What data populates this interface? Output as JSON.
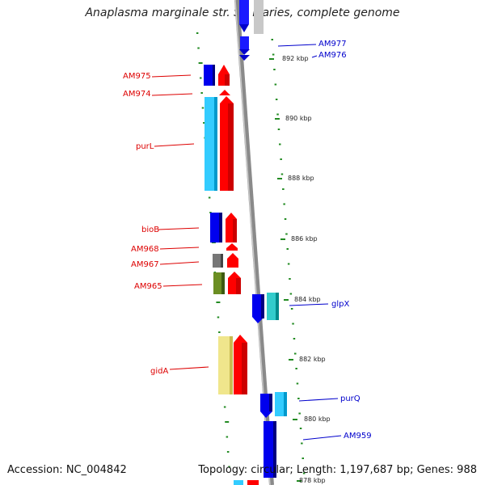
{
  "header": {
    "title": "Anaplasma marginale str. St. Maries, complete genome"
  },
  "footer": {
    "accession": "Accession: NC_004842",
    "summary": "Topology: circular; Length: 1,197,687 bp; Genes: 988"
  },
  "map": {
    "scale_labels": [
      "892 kbp",
      "890 kbp",
      "888 kbp",
      "886 kbp",
      "884 kbp",
      "882 kbp",
      "880 kbp",
      "878 kbp"
    ],
    "left_genes": [
      {
        "label": "AM975",
        "color": "#dd0000"
      },
      {
        "label": "AM974",
        "color": "#dd0000"
      },
      {
        "label": "purL",
        "color": "#dd0000"
      },
      {
        "label": "bioB",
        "color": "#dd0000"
      },
      {
        "label": "AM968",
        "color": "#dd0000"
      },
      {
        "label": "AM967",
        "color": "#dd0000"
      },
      {
        "label": "AM965",
        "color": "#dd0000"
      },
      {
        "label": "gidA",
        "color": "#dd0000"
      }
    ],
    "right_genes": [
      {
        "label": "AM977",
        "color": "#0000cc"
      },
      {
        "label": "AM976",
        "color": "#0000cc"
      },
      {
        "label": "glpX",
        "color": "#0000cc"
      },
      {
        "label": "purQ",
        "color": "#0000cc"
      },
      {
        "label": "AM959",
        "color": "#0000cc"
      }
    ],
    "colors": {
      "backbone": "#9a9a9a",
      "tick_green": "#228b22",
      "forward_strand": "#ff0000",
      "reverse_strand": "#0000ff",
      "cyan": "#33ccff",
      "grey": "#777777",
      "olive": "#6b8e23",
      "khaki": "#f0e68c"
    }
  }
}
